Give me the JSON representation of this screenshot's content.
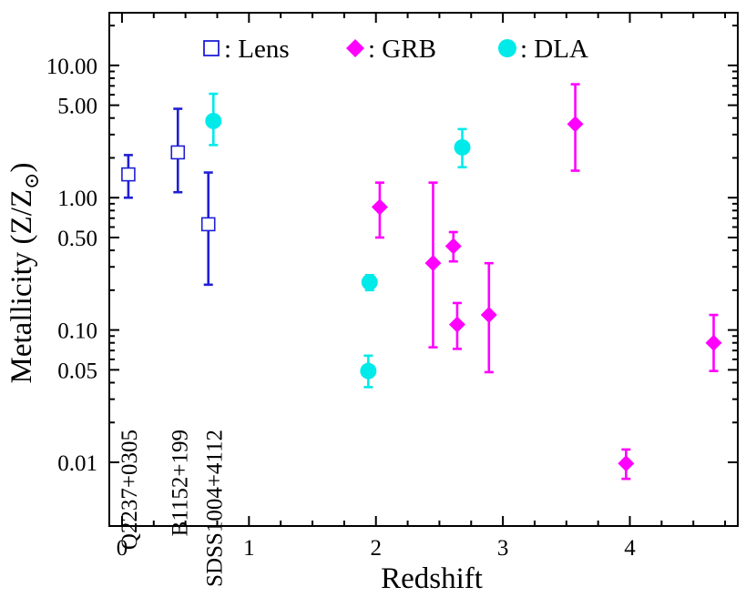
{
  "chart_data": {
    "type": "scatter",
    "xlabel": "Redshift",
    "ylabel": "Metallicity   (Z/Z",
    "ylabel_sub": "⊙",
    "ylabel_close": ")",
    "xlim": [
      -0.1,
      4.85
    ],
    "ylim": [
      0.0033,
      25
    ],
    "y_scale": "log",
    "grid": false,
    "legend_position": "top",
    "x_ticks": [
      0,
      1,
      2,
      3,
      4
    ],
    "x_tick_labels": [
      "0",
      "1",
      "2",
      "3",
      "4"
    ],
    "x_minor_ticks": [
      0.25,
      0.5,
      0.75,
      1.25,
      1.5,
      1.75,
      2.25,
      2.5,
      2.75,
      3.25,
      3.5,
      3.75,
      4.25,
      4.5,
      4.75
    ],
    "y_ticks": [
      0.01,
      0.05,
      0.1,
      0.5,
      1.0,
      5.0,
      10.0
    ],
    "y_tick_labels": [
      "0.01",
      "0.05",
      "0.10",
      "0.50",
      "1.00",
      "5.00",
      "10.00"
    ],
    "y_minor_ticks": [
      0.02,
      0.03,
      0.04,
      0.06,
      0.07,
      0.08,
      0.09,
      0.2,
      0.3,
      0.4,
      0.6,
      0.7,
      0.8,
      0.9,
      2,
      3,
      4,
      6,
      7,
      8,
      9,
      20
    ],
    "series": [
      {
        "name": ": Lens",
        "marker": "square-open",
        "color": "#1f1fd6",
        "points": [
          {
            "x": 0.05,
            "y": 1.5,
            "ylo": 1.0,
            "yhi": 2.1
          },
          {
            "x": 0.44,
            "y": 2.2,
            "ylo": 1.1,
            "yhi": 4.7
          },
          {
            "x": 0.68,
            "y": 0.63,
            "ylo": 0.22,
            "yhi": 1.55
          }
        ]
      },
      {
        "name": ": GRB",
        "marker": "diamond",
        "color": "#ff00ff",
        "points": [
          {
            "x": 2.03,
            "y": 0.85,
            "ylo": 0.5,
            "yhi": 1.3
          },
          {
            "x": 2.45,
            "y": 0.32,
            "ylo": 0.074,
            "yhi": 1.3
          },
          {
            "x": 2.61,
            "y": 0.43,
            "ylo": 0.33,
            "yhi": 0.55
          },
          {
            "x": 2.64,
            "y": 0.11,
            "ylo": 0.072,
            "yhi": 0.16
          },
          {
            "x": 2.89,
            "y": 0.13,
            "ylo": 0.048,
            "yhi": 0.32
          },
          {
            "x": 3.57,
            "y": 3.6,
            "ylo": 1.6,
            "yhi": 7.2
          },
          {
            "x": 3.97,
            "y": 0.0098,
            "ylo": 0.0075,
            "yhi": 0.0125
          },
          {
            "x": 4.66,
            "y": 0.08,
            "ylo": 0.049,
            "yhi": 0.13
          }
        ]
      },
      {
        "name": ": DLA",
        "marker": "circle",
        "color": "#00eaea",
        "points": [
          {
            "x": 0.72,
            "y": 3.8,
            "ylo": 2.5,
            "yhi": 6.1
          },
          {
            "x": 1.95,
            "y": 0.23,
            "ylo": 0.2,
            "yhi": 0.26
          },
          {
            "x": 1.94,
            "y": 0.049,
            "ylo": 0.037,
            "yhi": 0.064
          },
          {
            "x": 2.68,
            "y": 2.4,
            "ylo": 1.7,
            "yhi": 3.3
          }
        ]
      }
    ],
    "annotations": [
      {
        "text": "Q2237+0305",
        "x": 0.05
      },
      {
        "text": "B1152+199",
        "x": 0.45
      },
      {
        "text": "SDSS1004+4112",
        "x": 0.72
      }
    ]
  }
}
